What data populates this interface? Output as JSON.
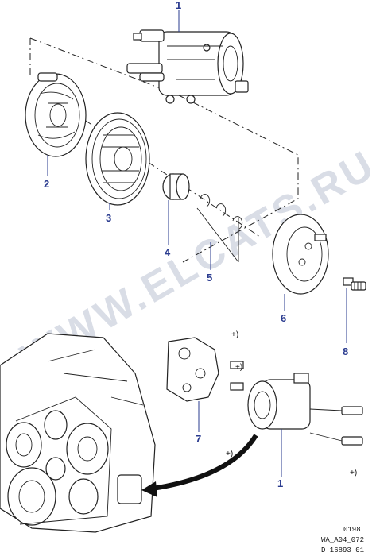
{
  "callouts": {
    "c1_top": "1",
    "c2": "2",
    "c3": "3",
    "c4": "4",
    "c5": "5",
    "c6": "6",
    "c7": "7",
    "c8": "8",
    "c1_bottom": "1"
  },
  "notes": {
    "plus_1": "+)",
    "plus_2": "+)",
    "plus_3": "+)",
    "plus_4": "+)"
  },
  "watermark": "WWW.ELCATS.RU",
  "footer": {
    "line1": "0198",
    "line2": "WA_A04_072",
    "line3": "D 16893 01"
  },
  "colors": {
    "callout": "#2a3b8f",
    "line": "#222222",
    "watermark": "#d9dde6"
  }
}
